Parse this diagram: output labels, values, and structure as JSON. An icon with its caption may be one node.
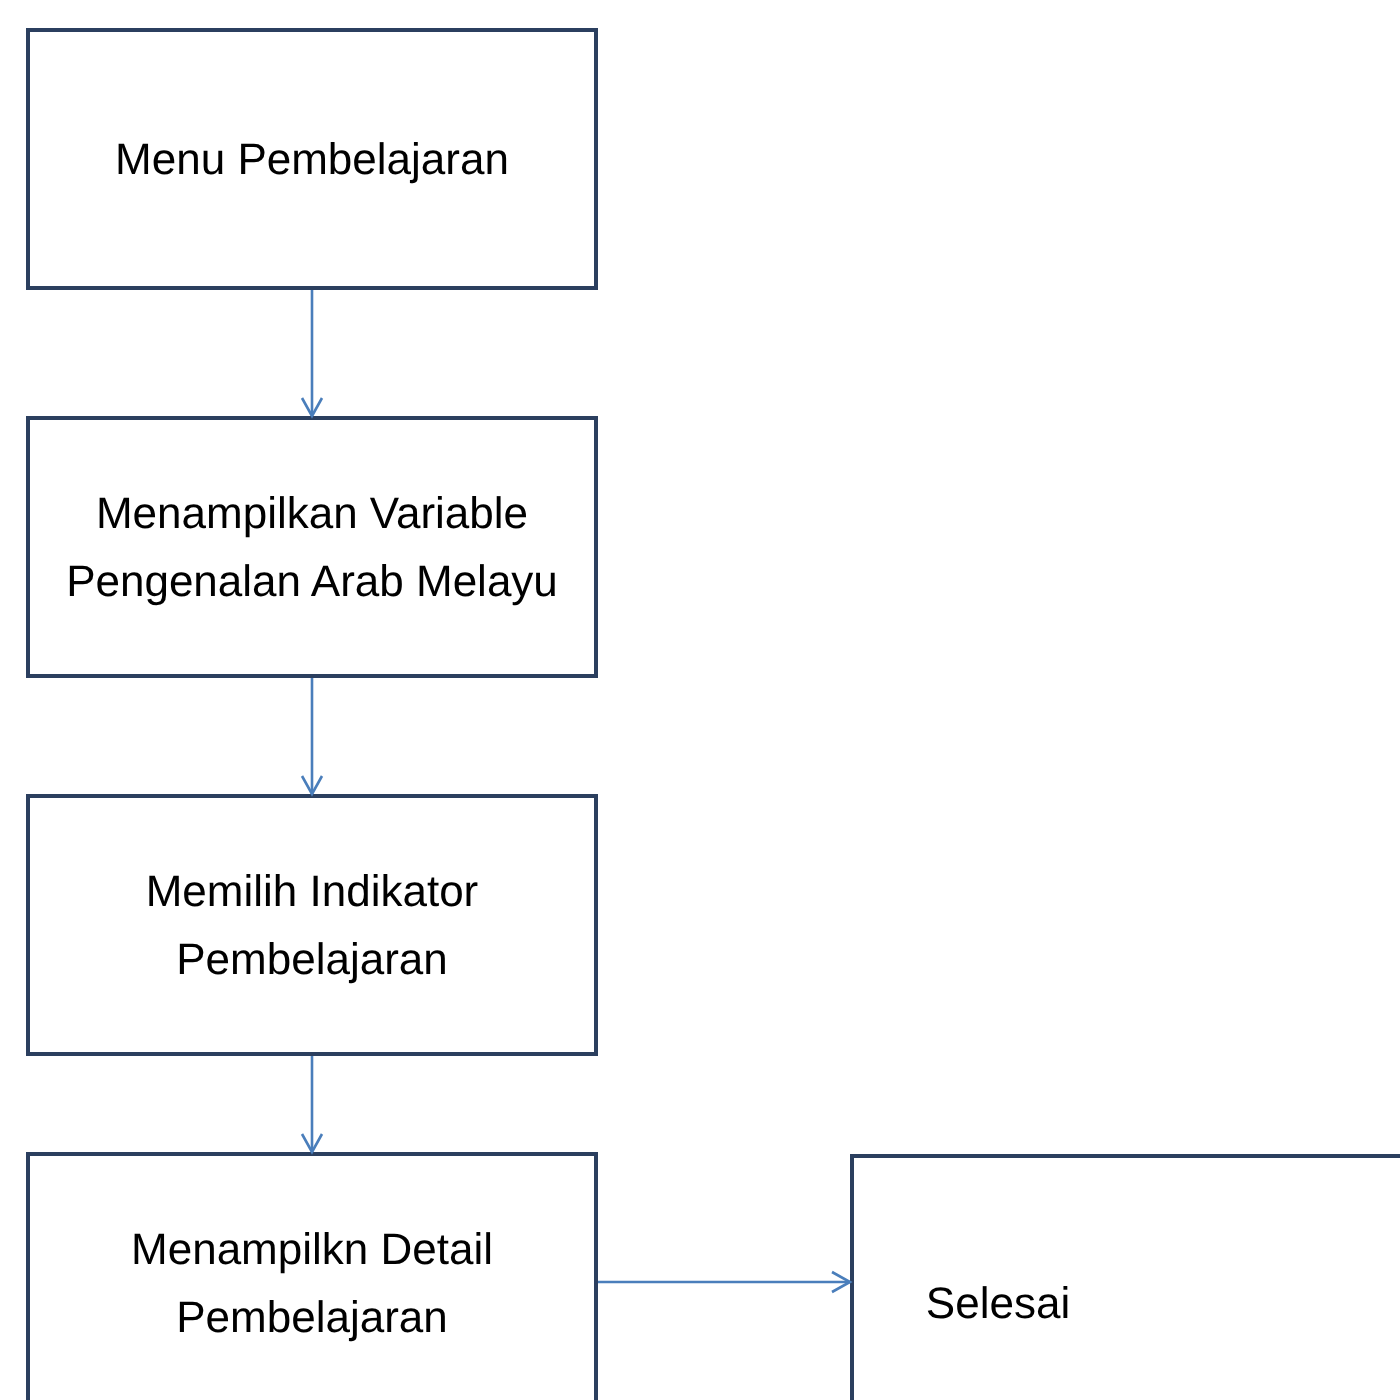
{
  "diagram": {
    "nodes": [
      {
        "text": [
          "Menu Pembelajaran"
        ]
      },
      {
        "text": [
          "Menampilkan Variable Pengenalan Arab Melayu"
        ]
      },
      {
        "text": [
          "Memilih Indikator Pembelajaran"
        ]
      },
      {
        "text": [
          "Menampilkn Detail Pembelajaran"
        ]
      },
      {
        "text": [
          "Selesai"
        ]
      }
    ],
    "edges": [
      {
        "from": 0,
        "to": 1,
        "arrow": "to"
      },
      {
        "from": 1,
        "to": 2,
        "arrow": "to"
      },
      {
        "from": 2,
        "to": 3,
        "arrow": "to"
      },
      {
        "from": 3,
        "to": 4,
        "arrow": "to"
      }
    ]
  }
}
